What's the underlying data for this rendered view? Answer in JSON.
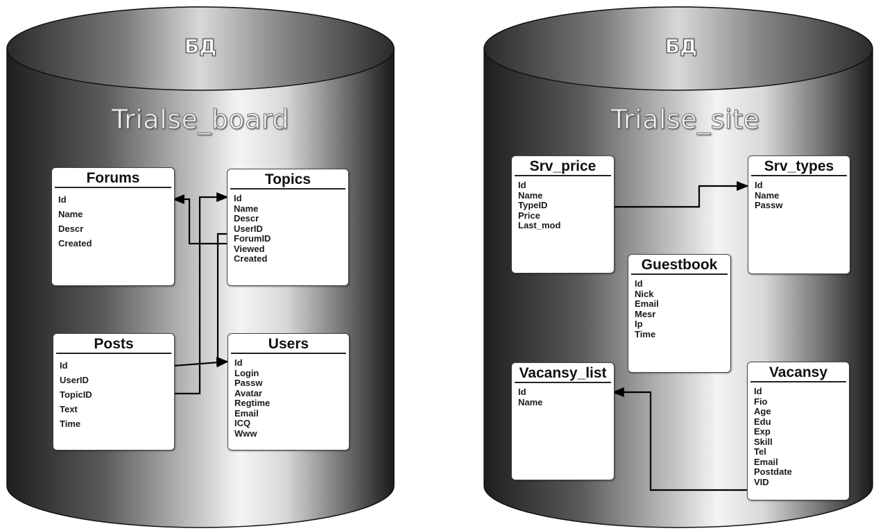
{
  "databases": [
    {
      "label": "БД",
      "name": "Trialse_board",
      "tables": {
        "forums": {
          "title": "Forums",
          "fields": [
            "Id",
            "Name",
            "Descr",
            "Created"
          ]
        },
        "topics": {
          "title": "Topics",
          "fields": [
            "Id",
            "Name",
            "Descr",
            "UserID",
            "ForumID",
            "Viewed",
            "Created"
          ]
        },
        "posts": {
          "title": "Posts",
          "fields": [
            "Id",
            "UserID",
            "TopicID",
            "Text",
            "Time"
          ]
        },
        "users": {
          "title": "Users",
          "fields": [
            "Id",
            "Login",
            "Passw",
            "Avatar",
            "Regtime",
            "Email",
            "ICQ",
            "Www"
          ]
        }
      }
    },
    {
      "label": "БД",
      "name": "Trialse_site",
      "tables": {
        "srv_price": {
          "title": "Srv_price",
          "fields": [
            "Id",
            "Name",
            "TypeID",
            "Price",
            "Last_mod"
          ]
        },
        "srv_types": {
          "title": "Srv_types",
          "fields": [
            "Id",
            "Name",
            "Passw"
          ]
        },
        "guestbook": {
          "title": "Guestbook",
          "fields": [
            "Id",
            "Nick",
            "Email",
            "Mesr",
            "Ip",
            "Time"
          ]
        },
        "vacansy_list": {
          "title": "Vacansy_list",
          "fields": [
            "Id",
            "Name"
          ]
        },
        "vacansy": {
          "title": "Vacansy",
          "fields": [
            "Id",
            "Fio",
            "Age",
            "Edu",
            "Exp",
            "Skill",
            "Tel",
            "Email",
            "Postdate",
            "VID"
          ]
        }
      }
    }
  ],
  "colors": {
    "cylinder_dark": "#1e1e1e",
    "cylinder_light": "#ffffff",
    "table_border": "#444444"
  }
}
